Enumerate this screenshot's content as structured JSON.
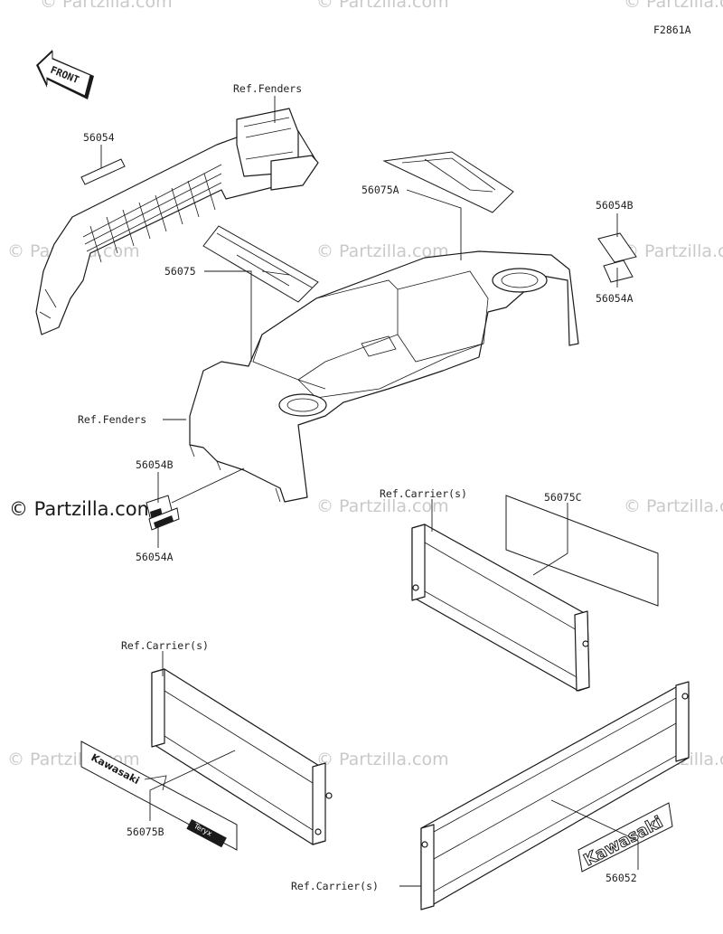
{
  "diagram_id": "F2861A",
  "front_badge": "FRONT",
  "watermark": {
    "text": "© Partzilla.com",
    "prominent_text": "© Partzilla.com"
  },
  "callouts": {
    "ref_fenders_top": "Ref.Fenders",
    "ref_fenders_left": "Ref.Fenders",
    "ref_carrier_mid": "Ref.Carrier(s)",
    "ref_carrier_left": "Ref.Carrier(s)",
    "ref_carrier_bottom": "Ref.Carrier(s)",
    "p56054": "56054",
    "p56075": "56075",
    "p56075A": "56075A",
    "p56054B_right": "56054B",
    "p56054A_right": "56054A",
    "p56054B_left": "56054B",
    "p56054A_left": "56054A",
    "p56075C": "56075C",
    "p56075B": "56075B",
    "p56052": "56052"
  },
  "decal_text": {
    "brand": "Kawasaki",
    "model": "Teryx"
  }
}
